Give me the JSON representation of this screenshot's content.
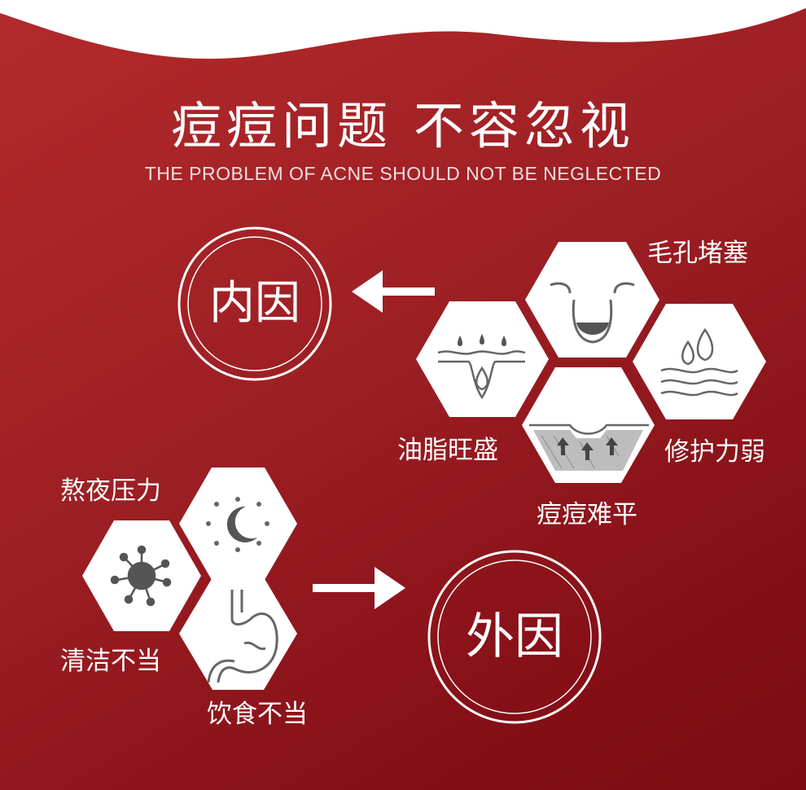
{
  "header": {
    "title": "痘痘问题 不容忽视",
    "subtitle": "THE PROBLEM OF ACNE SHOULD NOT BE NEGLECTED"
  },
  "internal": {
    "circle_label": "内因",
    "factors": {
      "pore_blockage": "毛孔堵塞",
      "oily_skin": "油脂旺盛",
      "weak_repair": "修护力弱",
      "hard_to_flatten": "痘痘难平"
    }
  },
  "external": {
    "circle_label": "外因",
    "factors": {
      "late_night_stress": "熬夜压力",
      "improper_cleansing": "清洁不当",
      "improper_diet": "饮食不当"
    }
  },
  "colors": {
    "background": "#9c1f24",
    "hexagon_fill": "#ffffff",
    "icon_gray": "#555555",
    "text": "#ffffff"
  }
}
